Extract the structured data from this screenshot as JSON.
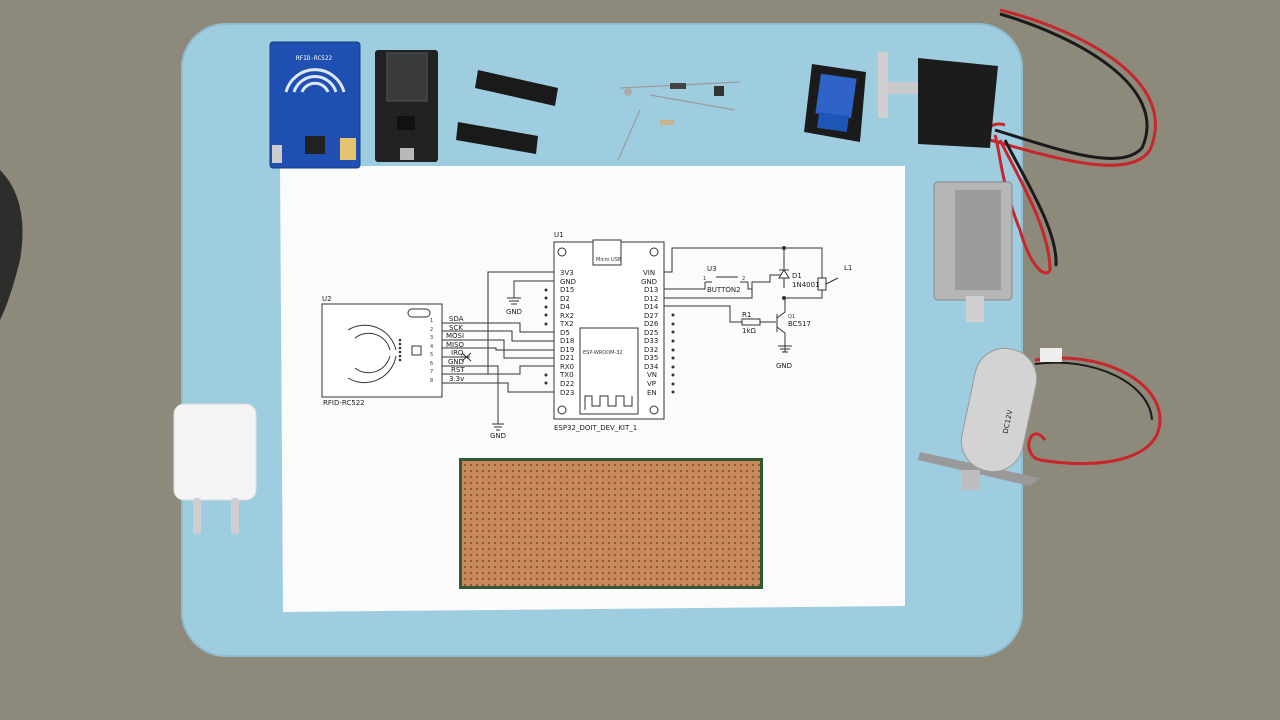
{
  "schematic": {
    "u1": {
      "ref": "U1",
      "usb": "Micro USB",
      "name": "ESP32_DOIT_DEV_KIT_1",
      "module": "ESP-WROOM-32",
      "left_pins": [
        "3V3",
        "GND",
        "D15",
        "D2",
        "D4",
        "RX2",
        "TX2",
        "D5",
        "D18",
        "D19",
        "D21",
        "RX0",
        "TX0",
        "D22",
        "D23"
      ],
      "right_pins": [
        "VIN",
        "GND",
        "D13",
        "D12",
        "D14",
        "D27",
        "D26",
        "D25",
        "D33",
        "D32",
        "D35",
        "D34",
        "VN",
        "VP",
        "EN"
      ]
    },
    "u2": {
      "ref": "U2",
      "name": "RFID-RC522",
      "pin_labels": [
        "SDA",
        "SCK",
        "MOSI",
        "MISO",
        "IRQ",
        "GND",
        "RST",
        "3.3v"
      ],
      "pin_numbers": [
        "1",
        "2",
        "3",
        "4",
        "5",
        "6",
        "7",
        "8"
      ]
    },
    "u3": {
      "ref": "U3",
      "name": "BUTTON2",
      "pin1": "1",
      "pin2": "2"
    },
    "d1": {
      "ref": "D1",
      "name": "1N4001"
    },
    "r1": {
      "ref": "R1",
      "value": "1kΩ"
    },
    "q1": {
      "ref": "Q1",
      "name": "BC517"
    },
    "l1": {
      "ref": "L1"
    },
    "gnd_labels": [
      "GND",
      "GND",
      "GND"
    ]
  },
  "components": {
    "rfid_module_print": "RFID-RC522",
    "solenoid_print": "DC12V"
  },
  "colors": {
    "table": "#8d8a7c",
    "mat": "#9fcde0",
    "paper": "#fbfbfb",
    "perfboard": "#c98a5b",
    "rfid_blue": "#1f4fb0"
  }
}
